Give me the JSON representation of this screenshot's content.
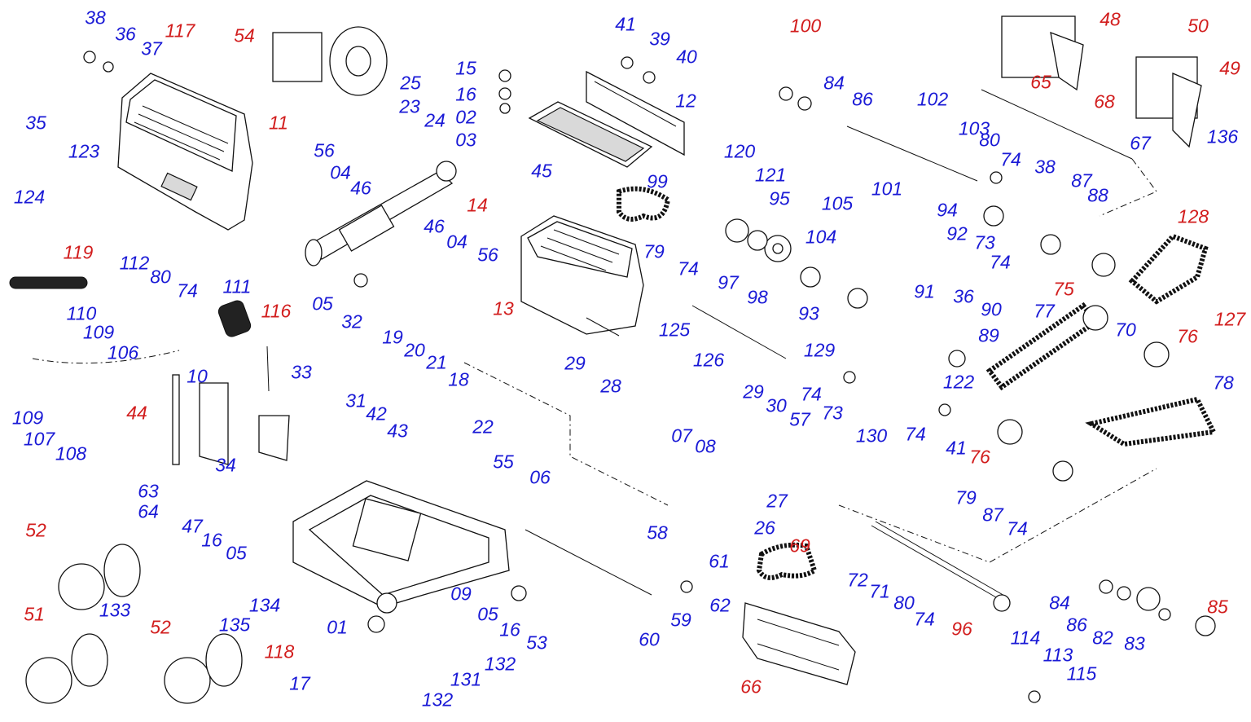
{
  "colors": {
    "blue_label": "#1a1ad6",
    "red_label": "#d21e1e",
    "line": "#111111"
  },
  "labels": [
    {
      "text": "38",
      "c": "blue"
    },
    {
      "text": "36",
      "c": "blue"
    },
    {
      "text": "37",
      "c": "blue"
    },
    {
      "text": "117",
      "c": "red"
    },
    {
      "text": "54",
      "c": "red"
    },
    {
      "text": "35",
      "c": "blue"
    },
    {
      "text": "11",
      "c": "red"
    },
    {
      "text": "123",
      "c": "blue"
    },
    {
      "text": "124",
      "c": "blue"
    },
    {
      "text": "25",
      "c": "blue"
    },
    {
      "text": "23",
      "c": "blue"
    },
    {
      "text": "24",
      "c": "blue"
    },
    {
      "text": "15",
      "c": "blue"
    },
    {
      "text": "16",
      "c": "blue"
    },
    {
      "text": "02",
      "c": "blue"
    },
    {
      "text": "03",
      "c": "blue"
    },
    {
      "text": "41",
      "c": "blue"
    },
    {
      "text": "39",
      "c": "blue"
    },
    {
      "text": "40",
      "c": "blue"
    },
    {
      "text": "12",
      "c": "blue"
    },
    {
      "text": "45",
      "c": "blue"
    },
    {
      "text": "14",
      "c": "red"
    },
    {
      "text": "56",
      "c": "blue"
    },
    {
      "text": "04",
      "c": "blue"
    },
    {
      "text": "46",
      "c": "blue"
    },
    {
      "text": "119",
      "c": "red"
    },
    {
      "text": "112",
      "c": "blue"
    },
    {
      "text": "80",
      "c": "blue"
    },
    {
      "text": "74",
      "c": "blue"
    },
    {
      "text": "111",
      "c": "blue"
    },
    {
      "text": "110",
      "c": "blue"
    },
    {
      "text": "109",
      "c": "blue"
    },
    {
      "text": "106",
      "c": "blue"
    },
    {
      "text": "116",
      "c": "red"
    },
    {
      "text": "46",
      "c": "blue"
    },
    {
      "text": "04",
      "c": "blue"
    },
    {
      "text": "56",
      "c": "blue"
    },
    {
      "text": "05",
      "c": "blue"
    },
    {
      "text": "32",
      "c": "blue"
    },
    {
      "text": "13",
      "c": "red"
    },
    {
      "text": "99",
      "c": "blue"
    },
    {
      "text": "120",
      "c": "blue"
    },
    {
      "text": "121",
      "c": "blue"
    },
    {
      "text": "95",
      "c": "blue"
    },
    {
      "text": "79",
      "c": "blue"
    },
    {
      "text": "74",
      "c": "blue"
    },
    {
      "text": "97",
      "c": "blue"
    },
    {
      "text": "98",
      "c": "blue"
    },
    {
      "text": "100",
      "c": "red"
    },
    {
      "text": "84",
      "c": "blue"
    },
    {
      "text": "86",
      "c": "blue"
    },
    {
      "text": "102",
      "c": "blue"
    },
    {
      "text": "101",
      "c": "blue"
    },
    {
      "text": "105",
      "c": "blue"
    },
    {
      "text": "104",
      "c": "blue"
    },
    {
      "text": "93",
      "c": "blue"
    },
    {
      "text": "94",
      "c": "blue"
    },
    {
      "text": "92",
      "c": "blue"
    },
    {
      "text": "73",
      "c": "blue"
    },
    {
      "text": "74",
      "c": "blue"
    },
    {
      "text": "91",
      "c": "blue"
    },
    {
      "text": "36",
      "c": "blue"
    },
    {
      "text": "90",
      "c": "blue"
    },
    {
      "text": "129",
      "c": "blue"
    },
    {
      "text": "89",
      "c": "blue"
    },
    {
      "text": "122",
      "c": "blue"
    },
    {
      "text": "103",
      "c": "blue"
    },
    {
      "text": "80",
      "c": "blue"
    },
    {
      "text": "74",
      "c": "blue"
    },
    {
      "text": "65",
      "c": "red"
    },
    {
      "text": "68",
      "c": "red"
    },
    {
      "text": "48",
      "c": "red"
    },
    {
      "text": "50",
      "c": "red"
    },
    {
      "text": "49",
      "c": "red"
    },
    {
      "text": "136",
      "c": "blue"
    },
    {
      "text": "67",
      "c": "blue"
    },
    {
      "text": "38",
      "c": "blue"
    },
    {
      "text": "87",
      "c": "blue"
    },
    {
      "text": "88",
      "c": "blue"
    },
    {
      "text": "128",
      "c": "red"
    },
    {
      "text": "127",
      "c": "red"
    },
    {
      "text": "75",
      "c": "red"
    },
    {
      "text": "77",
      "c": "blue"
    },
    {
      "text": "70",
      "c": "blue"
    },
    {
      "text": "76",
      "c": "red"
    },
    {
      "text": "78",
      "c": "blue"
    },
    {
      "text": "76",
      "c": "red"
    },
    {
      "text": "79",
      "c": "blue"
    },
    {
      "text": "87",
      "c": "blue"
    },
    {
      "text": "74",
      "c": "blue"
    },
    {
      "text": "19",
      "c": "blue"
    },
    {
      "text": "20",
      "c": "blue"
    },
    {
      "text": "21",
      "c": "blue"
    },
    {
      "text": "18",
      "c": "blue"
    },
    {
      "text": "33",
      "c": "blue"
    },
    {
      "text": "10",
      "c": "blue"
    },
    {
      "text": "44",
      "c": "red"
    },
    {
      "text": "109",
      "c": "blue"
    },
    {
      "text": "107",
      "c": "blue"
    },
    {
      "text": "108",
      "c": "blue"
    },
    {
      "text": "34",
      "c": "blue"
    },
    {
      "text": "31",
      "c": "blue"
    },
    {
      "text": "42",
      "c": "blue"
    },
    {
      "text": "43",
      "c": "blue"
    },
    {
      "text": "22",
      "c": "blue"
    },
    {
      "text": "55",
      "c": "blue"
    },
    {
      "text": "125",
      "c": "blue"
    },
    {
      "text": "126",
      "c": "blue"
    },
    {
      "text": "29",
      "c": "blue"
    },
    {
      "text": "28",
      "c": "blue"
    },
    {
      "text": "29",
      "c": "blue"
    },
    {
      "text": "30",
      "c": "blue"
    },
    {
      "text": "57",
      "c": "blue"
    },
    {
      "text": "07",
      "c": "blue"
    },
    {
      "text": "08",
      "c": "blue"
    },
    {
      "text": "74",
      "c": "blue"
    },
    {
      "text": "73",
      "c": "blue"
    },
    {
      "text": "130",
      "c": "blue"
    },
    {
      "text": "74",
      "c": "blue"
    },
    {
      "text": "41",
      "c": "blue"
    },
    {
      "text": "06",
      "c": "blue"
    },
    {
      "text": "27",
      "c": "blue"
    },
    {
      "text": "26",
      "c": "blue"
    },
    {
      "text": "63",
      "c": "blue"
    },
    {
      "text": "64",
      "c": "blue"
    },
    {
      "text": "52",
      "c": "red"
    },
    {
      "text": "47",
      "c": "blue"
    },
    {
      "text": "16",
      "c": "blue"
    },
    {
      "text": "05",
      "c": "blue"
    },
    {
      "text": "58",
      "c": "blue"
    },
    {
      "text": "61",
      "c": "blue"
    },
    {
      "text": "62",
      "c": "blue"
    },
    {
      "text": "69",
      "c": "red"
    },
    {
      "text": "133",
      "c": "blue"
    },
    {
      "text": "134",
      "c": "blue"
    },
    {
      "text": "135",
      "c": "blue"
    },
    {
      "text": "09",
      "c": "blue"
    },
    {
      "text": "05",
      "c": "blue"
    },
    {
      "text": "16",
      "c": "blue"
    },
    {
      "text": "53",
      "c": "blue"
    },
    {
      "text": "59",
      "c": "blue"
    },
    {
      "text": "60",
      "c": "blue"
    },
    {
      "text": "72",
      "c": "blue"
    },
    {
      "text": "71",
      "c": "blue"
    },
    {
      "text": "80",
      "c": "blue"
    },
    {
      "text": "74",
      "c": "blue"
    },
    {
      "text": "96",
      "c": "red"
    },
    {
      "text": "84",
      "c": "blue"
    },
    {
      "text": "86",
      "c": "blue"
    },
    {
      "text": "82",
      "c": "blue"
    },
    {
      "text": "83",
      "c": "blue"
    },
    {
      "text": "85",
      "c": "red"
    },
    {
      "text": "51",
      "c": "red"
    },
    {
      "text": "52",
      "c": "red"
    },
    {
      "text": "118",
      "c": "red"
    },
    {
      "text": "01",
      "c": "blue"
    },
    {
      "text": "17",
      "c": "blue"
    },
    {
      "text": "132",
      "c": "blue"
    },
    {
      "text": "131",
      "c": "blue"
    },
    {
      "text": "132",
      "c": "blue"
    },
    {
      "text": "66",
      "c": "red"
    },
    {
      "text": "114",
      "c": "blue"
    },
    {
      "text": "113",
      "c": "blue"
    },
    {
      "text": "115",
      "c": "blue"
    }
  ]
}
